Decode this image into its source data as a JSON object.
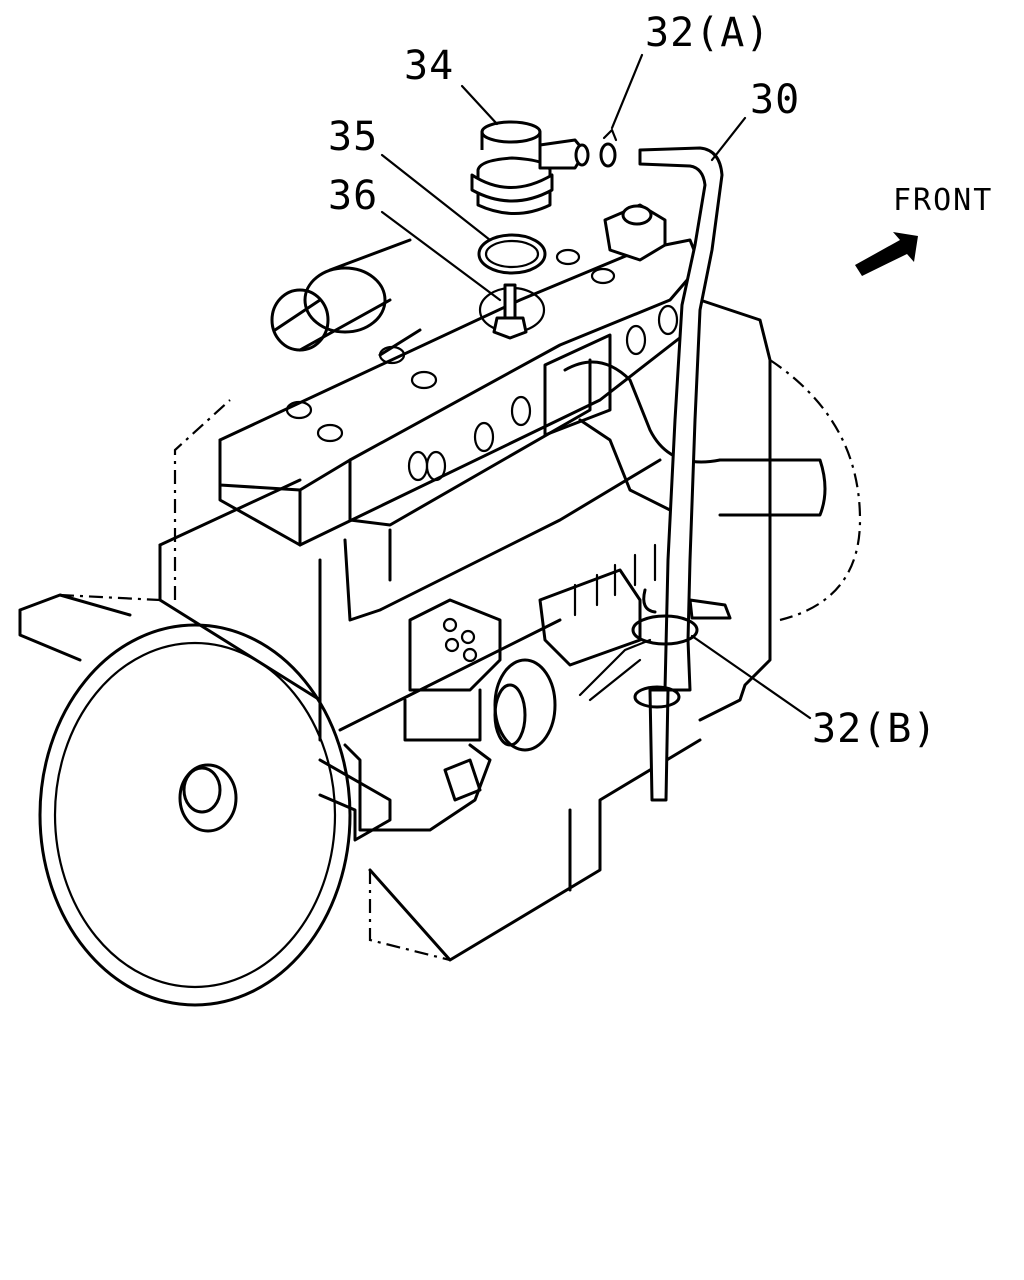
{
  "callouts": {
    "c34": "34",
    "c32a": "32(A)",
    "c30": "30",
    "c35": "35",
    "c36": "36",
    "c32b": "32(B)"
  },
  "front_label": "FRONT",
  "colors": {
    "line": "#000000",
    "background": "#ffffff"
  }
}
